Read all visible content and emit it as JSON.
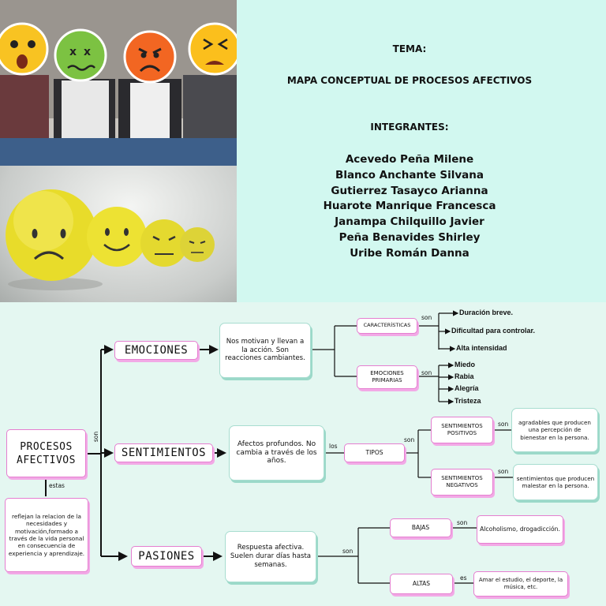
{
  "cover": {
    "tema_label": "TEMA:",
    "title": "MAPA CONCEPTUAL DE PROCESOS AFECTIVOS",
    "integrantes_label": "INTEGRANTES:",
    "members": [
      "Acevedo Peña Milene",
      "Blanco Anchante Silvana",
      "Gutierrez Tasayco Arianna",
      "Huarote Manrique Francesca",
      "Janampa Chilquillo Javier",
      "Peña Benavides Shirley",
      "Uribe Román Danna"
    ]
  },
  "map": {
    "root": "PROCESOS AFECTIVOS",
    "root_conn": "son",
    "root_conn2": "estas",
    "root_desc": "reflejan la relacion de la necesidades y motivación,formado a través de la vida personal en consecuencia de experiencia y aprendizaje.",
    "emociones": {
      "label": "EMOCIONES",
      "desc": "Nos motivan y llevan a la acción. Son reacciones cambiantes.",
      "caracteristicas": "CARACTERÍSTICAS",
      "car_conn": "son",
      "car_items": [
        "Duración breve.",
        "Dificultad para controlar.",
        "Alta intensidad"
      ],
      "primarias": "EMOCIONES PRIMARIAS",
      "prim_conn": "son",
      "prim_items": [
        "Miedo",
        "Rabia",
        "Alegría",
        "Tristeza"
      ]
    },
    "sentimientos": {
      "label": "SENTIMIENTOS",
      "desc": "Afectos profundos. No cambia a través de los años.",
      "conn": "los",
      "tipos": "TIPOS",
      "tipos_conn": "son",
      "positivos": "SENTIMIENTOS POSITIVOS",
      "pos_conn": "son",
      "pos_desc": "agradables que producen una percepción de bienestar en la persona.",
      "negativos": "SENTIMIENTOS NEGATIVOS",
      "neg_conn": "son",
      "neg_desc": "sentimientos que producen malestar en la persona."
    },
    "pasiones": {
      "label": "PASIONES",
      "desc": "Respuesta afectiva. Suelen durar días hasta semanas.",
      "conn": "son",
      "bajas": "BAJAS",
      "bajas_conn": "son",
      "bajas_desc": "Alcoholismo, drogadicción.",
      "altas": "ALTAS",
      "altas_conn": "es",
      "altas_desc": "Amar el estudio, el deporte, la música, etc."
    }
  }
}
